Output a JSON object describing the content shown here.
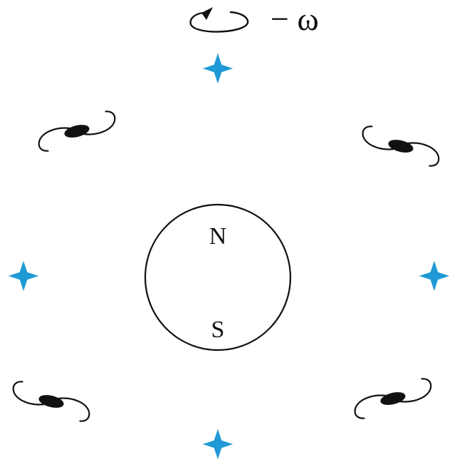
{
  "rotation_indicator": {
    "label": "− ω",
    "icon": "counterclockwise-rotation-arrow"
  },
  "globe": {
    "north_label": "N",
    "south_label": "S"
  },
  "colors": {
    "star": "#1f9ad6",
    "ink": "#111111",
    "background": "#ffffff"
  },
  "stars": {
    "count": 4,
    "icon": "four-point-star"
  },
  "galaxies": {
    "count": 4,
    "icon": "spiral-galaxy"
  }
}
